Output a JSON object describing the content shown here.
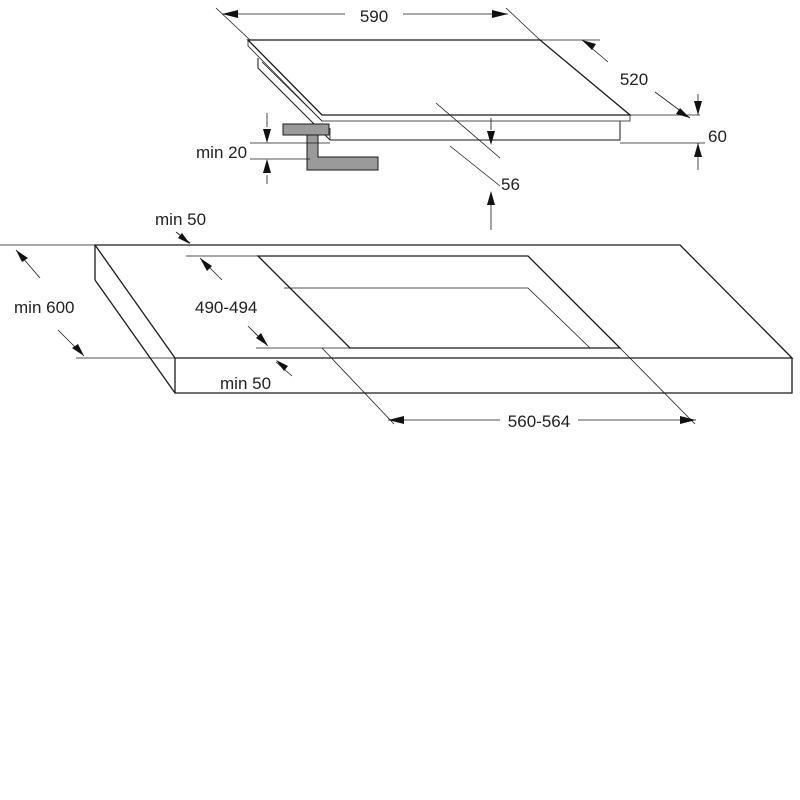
{
  "dimensions": {
    "hob_width": "590",
    "hob_depth": "520",
    "hob_height": "60",
    "built_in_depth": "56",
    "min_clearance_below": "min 20",
    "min_back_distance": "min 50",
    "min_front_distance": "min 50",
    "worktop_min_depth": "min 600",
    "cutout_depth": "490-494",
    "cutout_width": "560-564"
  },
  "colors": {
    "line": "#1a1a1a",
    "bracket_fill": "#9a9a9a",
    "text": "#222222",
    "background": "#ffffff"
  }
}
